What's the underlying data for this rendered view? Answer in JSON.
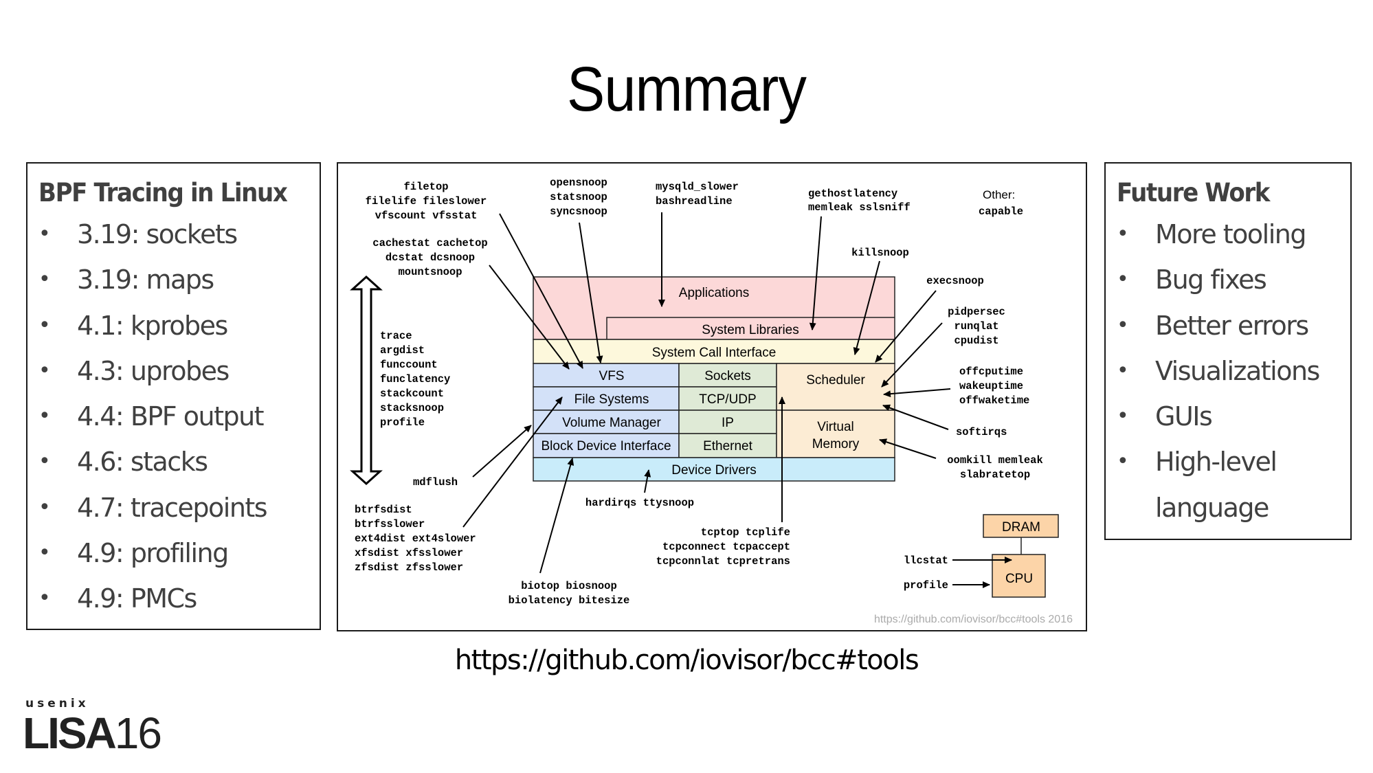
{
  "slide": {
    "title": "Summary",
    "footer_url": "https://github.com/iovisor/bcc#tools"
  },
  "left_panel": {
    "heading": "BPF Tracing in Linux",
    "bullet_glyph": "•",
    "items": [
      "3.19: sockets",
      "3.19: maps",
      "4.1: kprobes",
      "4.3: uprobes",
      "4.4: BPF output",
      "4.6: stacks",
      "4.7: tracepoints",
      "4.9: profiling",
      "4.9: PMCs"
    ]
  },
  "right_panel": {
    "heading": "Future Work",
    "bullet_glyph": "•",
    "items": [
      "More tooling",
      "Bug fixes",
      "Better errors",
      "Visualizations",
      "GUIs",
      "High-level language"
    ],
    "wrapped_item": {
      "line1": "High-level",
      "line2": "language"
    }
  },
  "diagram": {
    "layers": {
      "applications": "Applications",
      "system_libraries": "System Libraries",
      "syscall_interface": "System Call Interface",
      "vfs": "VFS",
      "file_systems": "File Systems",
      "volume_manager": "Volume Manager",
      "block_device_interface": "Block Device Interface",
      "sockets": "Sockets",
      "tcp_udp": "TCP/UDP",
      "ip": "IP",
      "ethernet": "Ethernet",
      "scheduler": "Scheduler",
      "virtual_memory_1": "Virtual",
      "virtual_memory_2": "Memory",
      "device_drivers": "Device Drivers",
      "dram": "DRAM",
      "cpu": "CPU"
    },
    "colors": {
      "app_layer": "#fcd8d8",
      "syscall_layer": "#fdf8dc",
      "storage_layer": "#d3e1f8",
      "network_layer": "#dfead6",
      "sched_mem_layer": "#fcecd4",
      "drivers_layer": "#c9ecfa",
      "hardware": "#fcd4a8"
    },
    "tool_groups": {
      "file": [
        "filetop",
        "filelife fileslower",
        "vfscount vfsstat"
      ],
      "cache": [
        "cachestat cachetop",
        "dcstat dcsnoop",
        "mountsnoop"
      ],
      "open": [
        "opensnoop",
        "statsnoop",
        "syncsnoop"
      ],
      "app": [
        "mysqld_slower",
        "bashreadline"
      ],
      "lib": [
        "gethostlatency",
        "memleak sslsniff"
      ],
      "other_label": "Other:",
      "other": [
        "capable"
      ],
      "kill": [
        "killsnoop"
      ],
      "exec": [
        "execsnoop"
      ],
      "sched": [
        "pidpersec",
        "runqlat",
        "cpudist"
      ],
      "offcpu": [
        "offcputime",
        "wakeuptime",
        "offwaketime"
      ],
      "softirq": [
        "softirqs"
      ],
      "vm": [
        "oomkill memleak",
        "slabratetop"
      ],
      "generic": [
        "trace",
        "argdist",
        "funccount",
        "funclatency",
        "stackcount",
        "stacksnoop",
        "profile"
      ],
      "md": [
        "mdflush"
      ],
      "fs": [
        "btrfsdist",
        "btrfsslower",
        "ext4dist ext4slower",
        "xfsdist xfsslower",
        "zfsdist zfsslower"
      ],
      "bio": [
        "biotop biosnoop",
        "biolatency bitesize"
      ],
      "irq": [
        "hardirqs ttysnoop"
      ],
      "tcp": [
        "tcptop tcplife",
        "tcpconnect tcpaccept",
        "tcpconnlat tcpretrans"
      ],
      "llc": [
        "llcstat"
      ],
      "profile_cpu": [
        "profile"
      ]
    },
    "credit": "https://github.com/iovisor/bcc#tools 2016"
  },
  "logo": {
    "org": "usenix",
    "event": "LISA",
    "year": "16",
    "accent_color": "#f58a2e"
  }
}
